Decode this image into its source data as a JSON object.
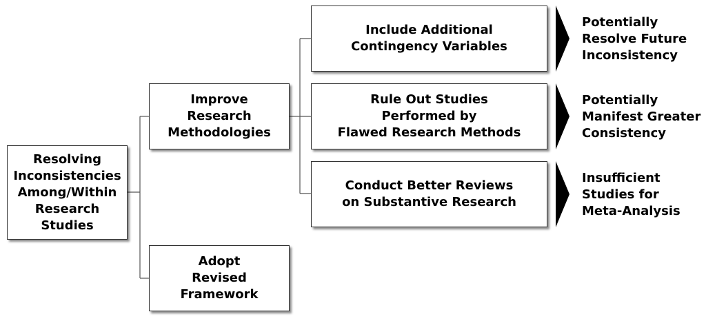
{
  "root": {
    "label": "Resolving\nInconsistencies\nAmong/Within\nResearch\nStudies"
  },
  "branches": [
    {
      "id": "improve",
      "label": "Improve\nResearch\nMethodologies"
    },
    {
      "id": "adopt",
      "label": "Adopt\nRevised\nFramework"
    }
  ],
  "methods": [
    {
      "label": "Include Additional\nContingency Variables",
      "outcome": "Potentially\nResolve Future\nInconsistency"
    },
    {
      "label": "Rule Out Studies\nPerformed by\nFlawed Research Methods",
      "outcome": "Potentially\nManifest Greater\nConsistency"
    },
    {
      "label": "Conduct Better Reviews\non Substantive Research",
      "outcome": "Insufficient\nStudies for\nMeta-Analysis"
    }
  ],
  "colors": {
    "box_border": "#333333",
    "connector": "#555555",
    "arrow": "#000000",
    "text": "#000000"
  }
}
